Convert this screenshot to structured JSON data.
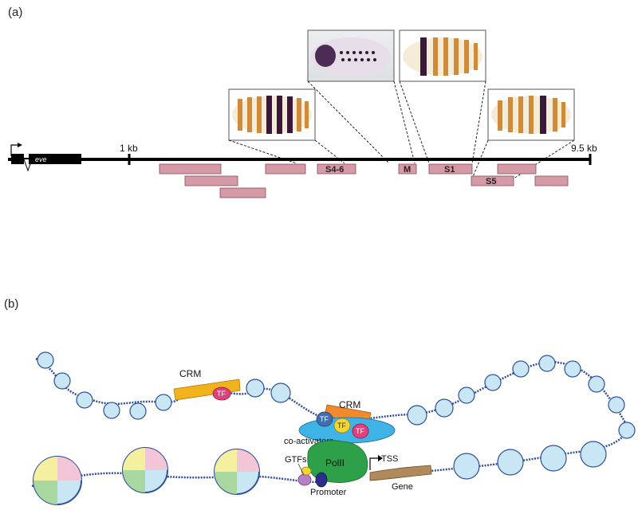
{
  "panel_a": {
    "label": "(a)",
    "gene_label": "eve",
    "scale_start": "1 kb",
    "scale_end": "9.5 kb",
    "enhancers": [
      {
        "label": "S4-6"
      },
      {
        "label": "M"
      },
      {
        "label": "S1"
      },
      {
        "label": "S5"
      }
    ],
    "colors": {
      "enhancer_box": "#d49aa6",
      "enhancer_edge": "#8a4a5a",
      "stripe_orange": "#cf8a3a",
      "stripe_dark": "#3a1838"
    }
  },
  "panel_b": {
    "label": "(b)",
    "crm_top": "CRM",
    "tf_top": "TF",
    "crm_bound": "CRM",
    "tf_labels": [
      "TF",
      "TF",
      "TF"
    ],
    "coactivators": "co-activators",
    "pol": "PolII",
    "gtfs": "GTFs",
    "tss": "TSS",
    "promoter": "Promoter",
    "gene": "Gene",
    "colors": {
      "crm": "#f2b21b",
      "tf_pink": "#e2407c",
      "tf_blue": "#3f6fb0",
      "tf_yellow": "#f4d531",
      "coactivator": "#3fb2e6",
      "pol": "#2ea04a",
      "gene": "#b08a5a",
      "dna": "#2f4f9a"
    }
  }
}
